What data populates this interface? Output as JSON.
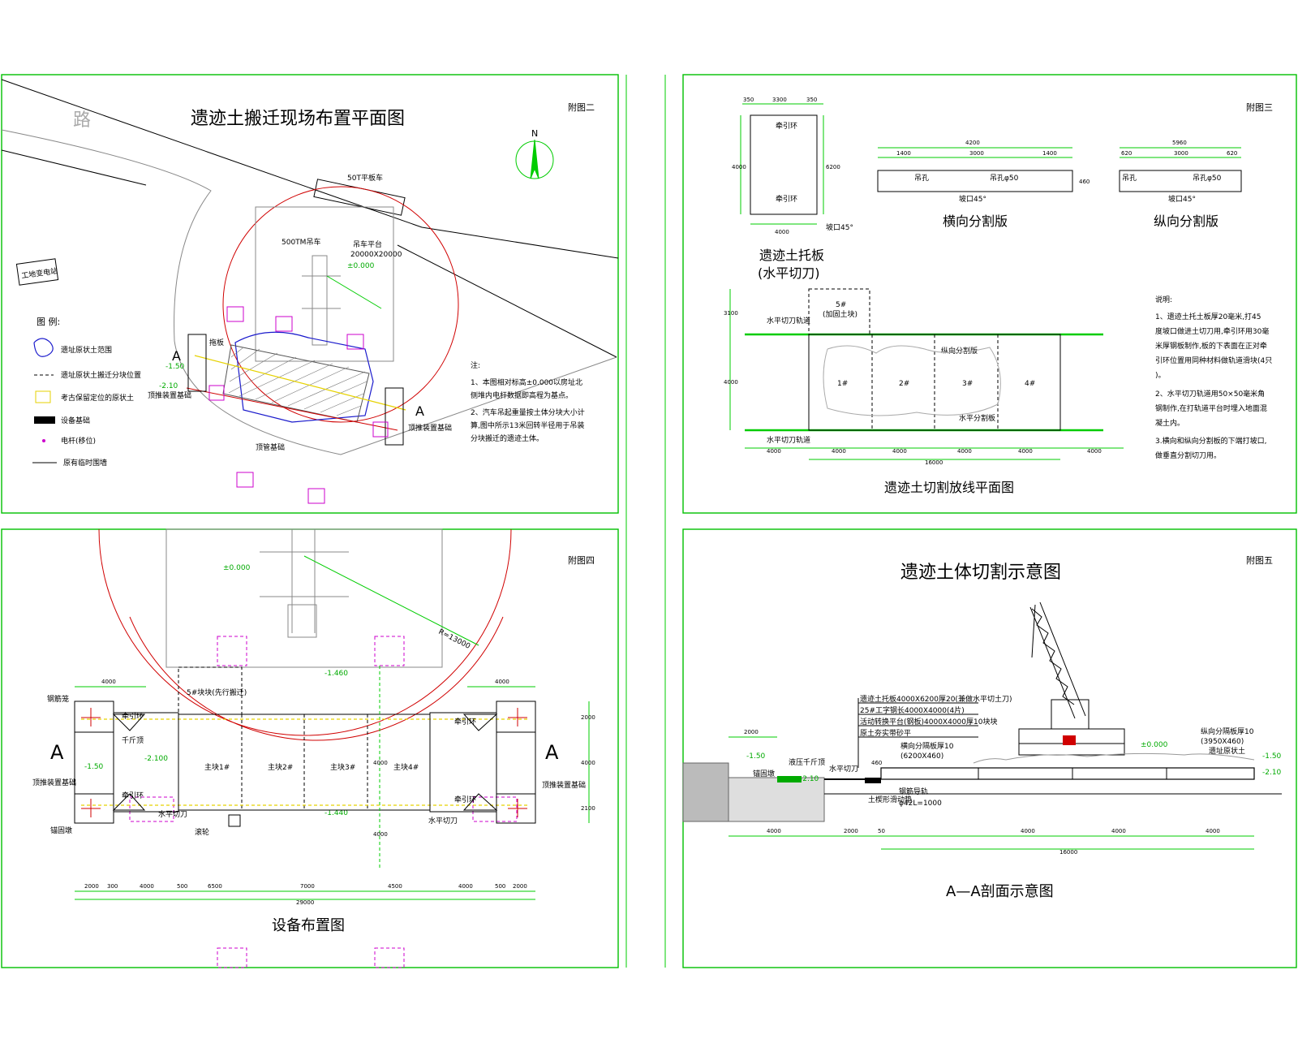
{
  "panel1": {
    "title": "遗迹土搬迁现场布置平面图",
    "tag": "附图二",
    "road": "路",
    "north": "N",
    "trailer": "50T平板车",
    "crane": "500TM吊车",
    "platform": "吊车平台",
    "platform_size": "20000X20000",
    "elev_top": "±0.000",
    "elev_a1": "-1.50",
    "elev_a2": "-2.10",
    "section_mark": "A",
    "substation": "工地变电站",
    "tow_head": "拖板",
    "tow_left": "顶推装置基础",
    "tow_right": "顶推装置基础",
    "pit": "顶管基础",
    "legend": {
      "title": "图   例:",
      "items": [
        "遗址原状土范围",
        "遗址原状土搬迁分块位置",
        "考古保留定位的原状土",
        "设备基础",
        "电杆(移位)",
        "原有临时围墙"
      ]
    },
    "notes": [
      "注:",
      "1、本图相对标高±0.000以房址北",
      "侧堆内电杆数据即高程为基点。",
      "2、汽车吊起重量按土体分块大小计",
      "算,图中所示13米回转半径用于吊装",
      "分块搬迁的遗迹土体。"
    ]
  },
  "panel2": {
    "tag": "附图三",
    "board_caption1": "遗迹土托板",
    "board_caption2": "(水平切刀)",
    "cross_caption": "横向分割版",
    "long_caption": "纵向分割版",
    "layout_caption": "遗迹土切割放线平面图",
    "traction_ring": "牵引环",
    "bevel": "坡口45°",
    "hole": "吊孔",
    "hole2": "吊孔φ50",
    "rail_top": "水平切刀轨道",
    "rail_bottom": "水平切刀轨道",
    "block5_a": "5#",
    "block5_b": "(加固土块)",
    "blocks": [
      "1#",
      "2#",
      "3#",
      "4#"
    ],
    "long_board_label": "纵向分割版",
    "horiz_knife": "水平分割板",
    "notes_title": "说明:",
    "notes": [
      "1、遗迹土托土板厚20毫米,打45",
      "度坡口做进土切刀用,牵引环用30毫",
      "米厚钢板制作,板的下表面在正对牵",
      "引环位置用同种材料做轨道滑块(4只",
      ")。",
      "2、水平切刀轨道用50×50毫米角",
      "钢制作,在打轨道平台时埋入地面混",
      "凝土内。",
      "3.横向和纵向分割板的下端打坡口,",
      "做垂直分割切刀用。"
    ],
    "dims": {
      "board_top": [
        "350",
        "3300",
        "350"
      ],
      "board_w": "4000",
      "board_h": "4000",
      "board_h2": "6200",
      "cross_total": "4200",
      "cross_parts": [
        "1400",
        "3000",
        "1400"
      ],
      "cross_h": "460",
      "long_total": "5960",
      "long_parts": [
        "620",
        "3000",
        "620"
      ],
      "layout_left": "3100",
      "layout_h": "4000",
      "layout_parts": [
        "4000",
        "4000",
        "4000",
        "4000"
      ],
      "layout_total": "16000",
      "layout_side": "4000"
    }
  },
  "panel3": {
    "tag": "附图四",
    "caption": "设备布置图",
    "elev_top": "±0.000",
    "elev_mid": "-1.460",
    "elev_low": "-1.440",
    "elev_left": "-1.50",
    "elev_a": "-2.100",
    "section_mark": "A",
    "block5": "5#块块(先行搬迁)",
    "blocks": [
      "主块1#",
      "主块2#",
      "主块3#",
      "主块4#"
    ],
    "traction_ring": "牵引环",
    "jack": "千斤顶",
    "horiz_knife": "水平切刀",
    "roller": "滚轮",
    "anchor": "锚固墩",
    "push_base": "顶推装置基础",
    "anchor_box": "钢筋笼",
    "radius": "R=13000",
    "dims_bottom": [
      "2000",
      "300",
      "4000",
      "500",
      "6500",
      "7000",
      "4500",
      "4000",
      "500",
      "2000"
    ],
    "dims_total": "29000",
    "dims_top": [
      "4000",
      "4000"
    ],
    "dims_right": [
      "2000",
      "4000",
      "2100"
    ],
    "dims_mid": [
      "4000",
      "4000"
    ]
  },
  "panel4": {
    "title": "遗迹土体切割示意图",
    "tag": "附图五",
    "section_caption": "A—A剖面示意图",
    "callouts": [
      "遗迹土托板4000X6200厚20(兼做水平切土刀)",
      "25#工字钢长4000X4000(4片)",
      "活动转换平台(钢板)4000X4000厚10块块",
      "原土夯实带砂平"
    ],
    "cut_board": "横向分隔板厚10",
    "cut_board_size": "(6200X460)",
    "long_board": "纵向分隔板厚10",
    "long_board_size": "(3950X460)",
    "orig_soil": "遗址原状土",
    "jack": "液压千斤顶",
    "knife": "水平切刀",
    "anchor": "锚固墩",
    "rail": "土楔形滑动垫",
    "guide": "钢筋导轨",
    "guide_spec": "φ42L=1000",
    "elev_l": "-1.50",
    "elev_m": "-2.10",
    "elev_c": "±0.000",
    "elev_r1": "-1.50",
    "elev_r2": "-2.10",
    "dim_top": "2000",
    "dims_bottom": [
      "4000",
      "2000",
      "50",
      "4000",
      "4000",
      "4000"
    ],
    "dims_total": "16000",
    "gap": "460"
  }
}
